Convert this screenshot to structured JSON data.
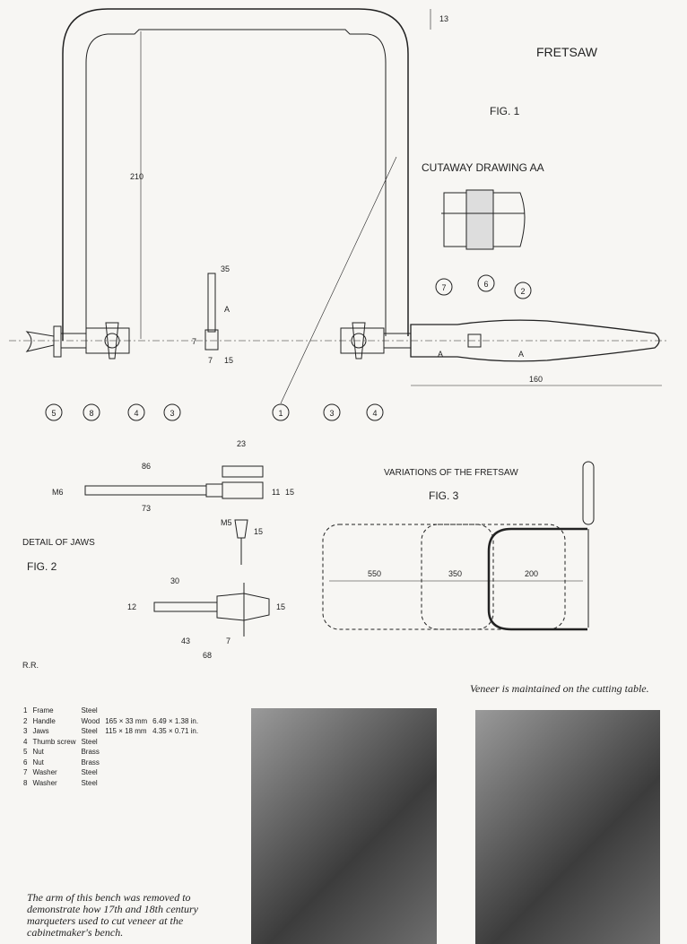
{
  "title": "FRETSAW",
  "fig1": {
    "label": "FIG. 1",
    "cutaway": "CUTAWAY DRAWING AA",
    "dims": {
      "top": "13",
      "height": "210",
      "pin_len": "35",
      "pin_a": "A",
      "pin_h": "7",
      "pin_w": "7",
      "pin_w2": "15",
      "section_a1": "A",
      "section_a2": "A",
      "handle_len": "160"
    },
    "callouts": [
      "5",
      "8",
      "4",
      "3",
      "1",
      "3",
      "4",
      "7",
      "2",
      "6"
    ]
  },
  "fig2": {
    "title": "DETAIL OF JAWS",
    "label": "FIG. 2",
    "dims": {
      "d86": "86",
      "d73": "73",
      "m6": "M6",
      "d23": "23",
      "d15a": "15",
      "d11": "11",
      "m5": "M5",
      "d15b": "15",
      "d30": "30",
      "d12": "12",
      "d43": "43",
      "d7": "7",
      "d68": "68",
      "d15c": "15"
    }
  },
  "fig3": {
    "title": "VARIATIONS OF THE FRETSAW",
    "label": "FIG. 3",
    "dims": [
      "550",
      "350",
      "200"
    ]
  },
  "initials": "R.R.",
  "parts": [
    {
      "n": "1",
      "name": "Frame",
      "mat": "Steel",
      "mm": "",
      "in": ""
    },
    {
      "n": "2",
      "name": "Handle",
      "mat": "Wood",
      "mm": "165 × 33 mm",
      "in": "6.49 × 1.38 in."
    },
    {
      "n": "3",
      "name": "Jaws",
      "mat": "Steel",
      "mm": "115 × 18 mm",
      "in": "4.35 × 0.71 in."
    },
    {
      "n": "4",
      "name": "Thumb screw",
      "mat": "Steel",
      "mm": "",
      "in": ""
    },
    {
      "n": "5",
      "name": "Nut",
      "mat": "Brass",
      "mm": "",
      "in": ""
    },
    {
      "n": "6",
      "name": "Nut",
      "mat": "Brass",
      "mm": "",
      "in": ""
    },
    {
      "n": "7",
      "name": "Washer",
      "mat": "Steel",
      "mm": "",
      "in": ""
    },
    {
      "n": "8",
      "name": "Washer",
      "mat": "Steel",
      "mm": "",
      "in": ""
    }
  ],
  "captions": {
    "right": "Veneer is maintained on the cutting table.",
    "left": "The arm of this bench was removed to demonstrate how 17th and 18th century marqueters used to cut veneer at the cabinetmaker's bench."
  }
}
